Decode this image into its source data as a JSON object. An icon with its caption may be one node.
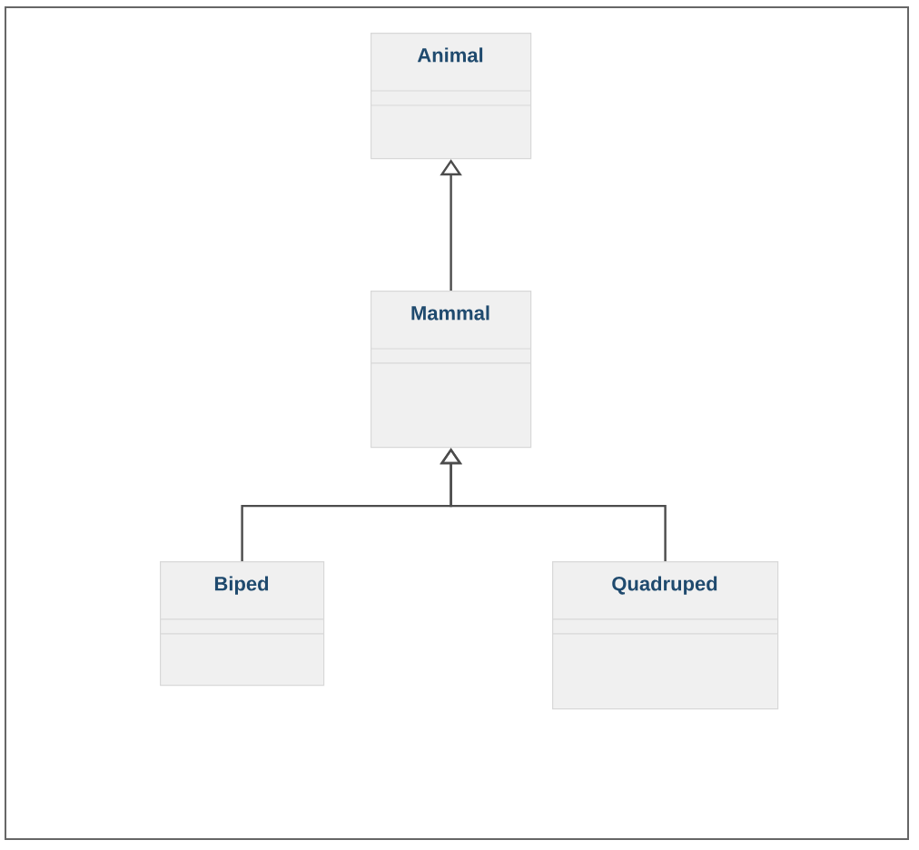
{
  "diagram": {
    "nodes": [
      {
        "text": [
          "Animal"
        ]
      },
      {
        "text": [
          "Mammal"
        ]
      },
      {
        "text": [
          "Biped"
        ]
      },
      {
        "text": [
          "Quadruped"
        ]
      }
    ],
    "edges": [
      {
        "from": 1,
        "to": 0,
        "arrow": "to"
      },
      {
        "from": 2,
        "to": 1,
        "arrow": "to"
      },
      {
        "from": 3,
        "to": 1,
        "arrow": "to"
      }
    ]
  }
}
